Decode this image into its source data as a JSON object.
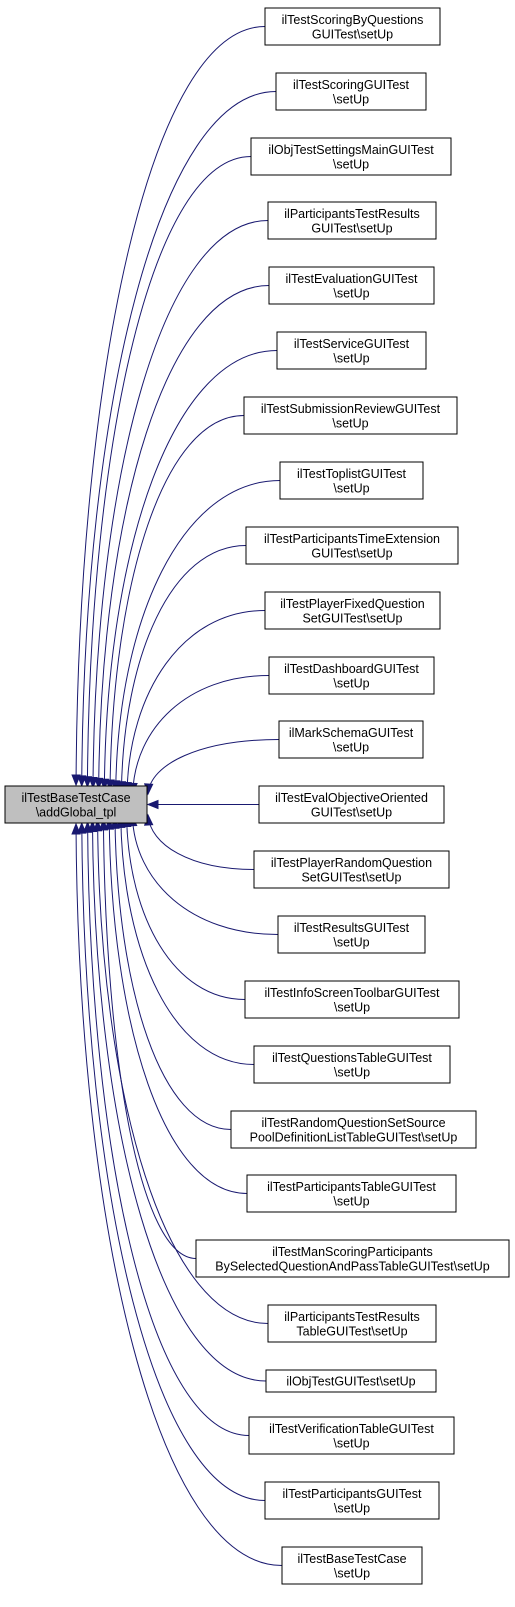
{
  "root": {
    "lines": [
      "ilTestBaseTestCase",
      "\\addGlobal_tpl"
    ],
    "fill": "#bfbfbf"
  },
  "edge_color": "#191970",
  "callers": [
    {
      "lines": [
        "ilTestScoringByQuestions",
        "GUITest\\setUp"
      ]
    },
    {
      "lines": [
        "ilTestScoringGUITest",
        "\\setUp"
      ]
    },
    {
      "lines": [
        "ilObjTestSettingsMainGUITest",
        "\\setUp"
      ]
    },
    {
      "lines": [
        "ilParticipantsTestResults",
        "GUITest\\setUp"
      ]
    },
    {
      "lines": [
        "ilTestEvaluationGUITest",
        "\\setUp"
      ]
    },
    {
      "lines": [
        "ilTestServiceGUITest",
        "\\setUp"
      ]
    },
    {
      "lines": [
        "ilTestSubmissionReviewGUITest",
        "\\setUp"
      ]
    },
    {
      "lines": [
        "ilTestToplistGUITest",
        "\\setUp"
      ]
    },
    {
      "lines": [
        "ilTestParticipantsTimeExtension",
        "GUITest\\setUp"
      ]
    },
    {
      "lines": [
        "ilTestPlayerFixedQuestion",
        "SetGUITest\\setUp"
      ]
    },
    {
      "lines": [
        "ilTestDashboardGUITest",
        "\\setUp"
      ]
    },
    {
      "lines": [
        "ilMarkSchemaGUITest",
        "\\setUp"
      ]
    },
    {
      "lines": [
        "ilTestEvalObjectiveOriented",
        "GUITest\\setUp"
      ]
    },
    {
      "lines": [
        "ilTestPlayerRandomQuestion",
        "SetGUITest\\setUp"
      ]
    },
    {
      "lines": [
        "ilTestResultsGUITest",
        "\\setUp"
      ]
    },
    {
      "lines": [
        "ilTestInfoScreenToolbarGUITest",
        "\\setUp"
      ]
    },
    {
      "lines": [
        "ilTestQuestionsTableGUITest",
        "\\setUp"
      ]
    },
    {
      "lines": [
        "ilTestRandomQuestionSetSource",
        "PoolDefinitionListTableGUITest\\setUp"
      ]
    },
    {
      "lines": [
        "ilTestParticipantsTableGUITest",
        "\\setUp"
      ]
    },
    {
      "lines": [
        "ilTestManScoringParticipants",
        "BySelectedQuestionAndPassTableGUITest\\setUp"
      ]
    },
    {
      "lines": [
        "ilParticipantsTestResults",
        "TableGUITest\\setUp"
      ]
    },
    {
      "lines": [
        "ilObjTestGUITest\\setUp"
      ]
    },
    {
      "lines": [
        "ilTestVerificationTableGUITest",
        "\\setUp"
      ]
    },
    {
      "lines": [
        "ilTestParticipantsGUITest",
        "\\setUp"
      ]
    },
    {
      "lines": [
        "ilTestBaseTestCase",
        "\\setUp"
      ]
    }
  ]
}
